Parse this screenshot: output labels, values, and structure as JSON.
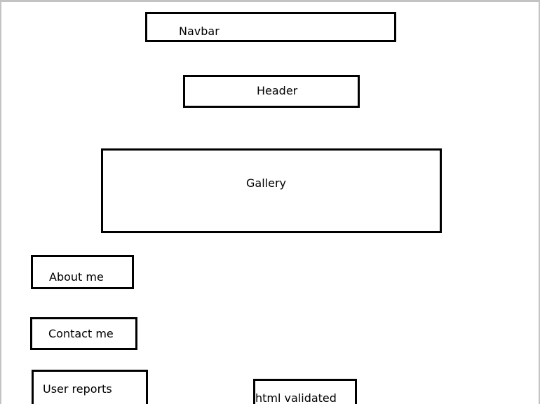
{
  "boxes": {
    "navbar": "Navbar",
    "header": "Header",
    "gallery": "Gallery",
    "about": "About me",
    "contact": "Contact me",
    "reports": "User reports",
    "validated": "html validated"
  }
}
